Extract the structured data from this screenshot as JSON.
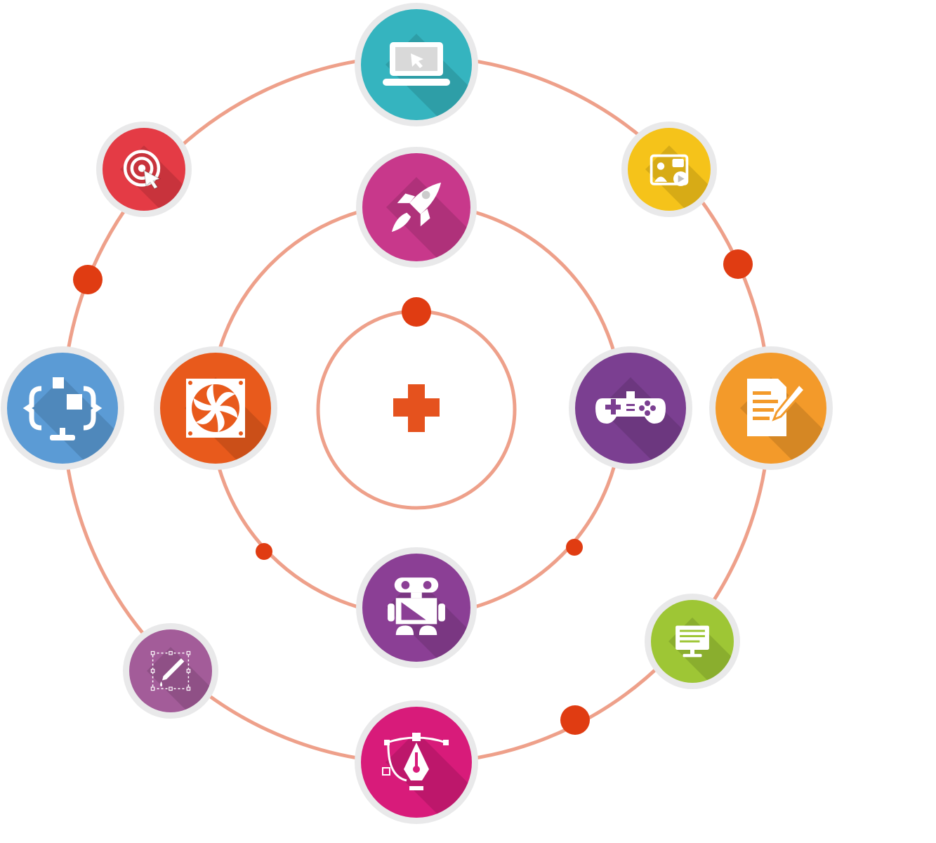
{
  "colors": {
    "ring": "#EEA08A",
    "dot": "#E03C12",
    "node_border": "#E9E9EA",
    "center_plus": "#E5521E",
    "white": "#FFFFFF"
  },
  "center": {
    "icon": "plus-icon"
  },
  "rings": [
    {
      "name": "inner-ring"
    },
    {
      "name": "middle-ring"
    },
    {
      "name": "outer-ring"
    }
  ],
  "nodes": [
    {
      "name": "laptop-node",
      "icon": "laptop-cursor-icon",
      "color": "#35B4BF"
    },
    {
      "name": "target-node",
      "icon": "target-icon",
      "color": "#E43B45"
    },
    {
      "name": "video-chat-node",
      "icon": "video-chat-icon",
      "color": "#F5C31A"
    },
    {
      "name": "rocket-node",
      "icon": "rocket-icon",
      "color": "#C8388B"
    },
    {
      "name": "code-screen-node",
      "icon": "code-screen-icon",
      "color": "#5B9BD5"
    },
    {
      "name": "cooling-fan-node",
      "icon": "cooling-fan-icon",
      "color": "#E85A1C"
    },
    {
      "name": "gamepad-node",
      "icon": "gamepad-icon",
      "color": "#7B3F91"
    },
    {
      "name": "document-edit-node",
      "icon": "document-edit-icon",
      "color": "#F39A2A"
    },
    {
      "name": "robot-node",
      "icon": "robot-icon",
      "color": "#8B3F95"
    },
    {
      "name": "monitor-node",
      "icon": "monitor-icon",
      "color": "#9EC635"
    },
    {
      "name": "eyedropper-node",
      "icon": "eyedropper-icon",
      "color": "#A35C99"
    },
    {
      "name": "pen-tool-node",
      "icon": "pen-tool-icon",
      "color": "#D81B7A"
    }
  ]
}
